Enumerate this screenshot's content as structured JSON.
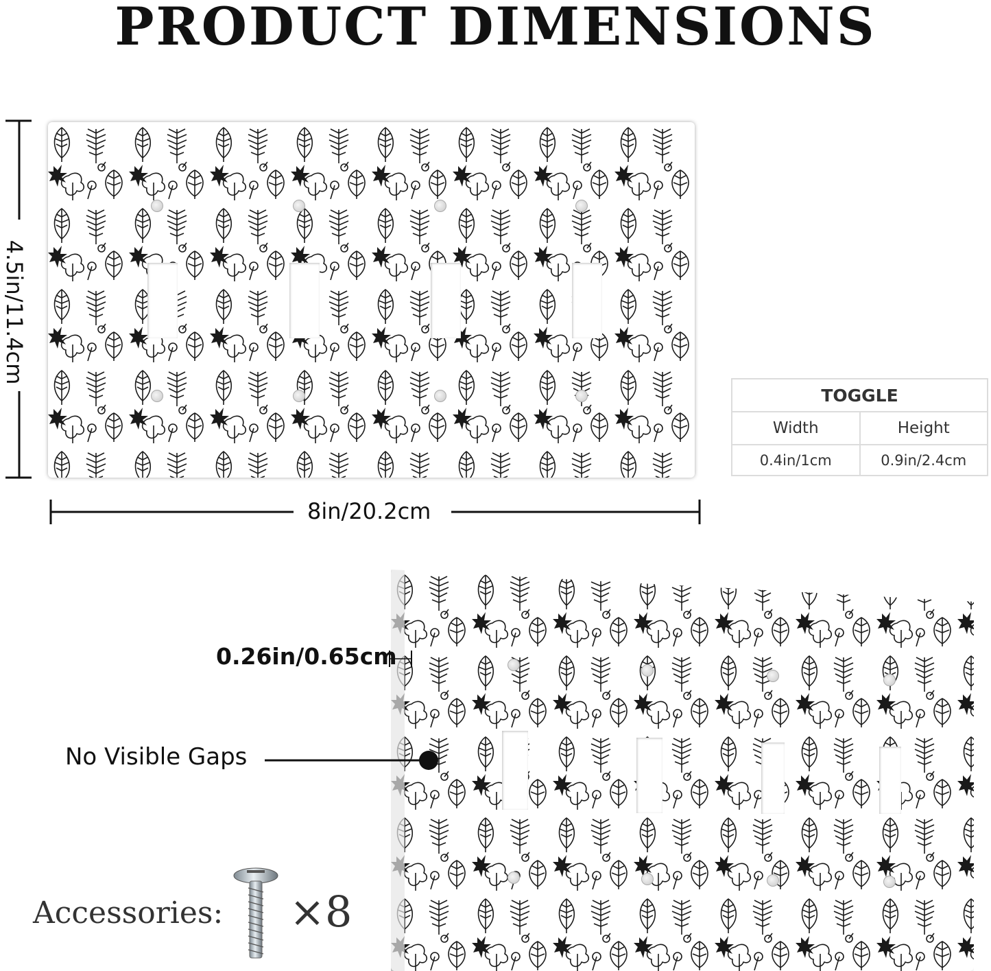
{
  "title": "PRODUCT DIMENSIONS",
  "plate_height": "4.5in/11.4cm",
  "plate_width": "8in/20.2cm",
  "toggle_table": {
    "title": "TOGGLE",
    "headers": [
      "Width",
      "Height"
    ],
    "values": [
      "0.4in/1cm",
      "0.9in/2.4cm"
    ]
  },
  "thickness": "0.26in/0.65cm",
  "no_gaps": "No Visible Gaps",
  "accessories": {
    "label": "Accessories:",
    "count": "×8"
  },
  "colors": {
    "leaf_ink": "#1a1a1a",
    "plate_bg": "#ffffff",
    "table_border": "#dcdcdc"
  },
  "icons": [
    "leaf-pattern",
    "screw-icon",
    "dot-marker"
  ]
}
